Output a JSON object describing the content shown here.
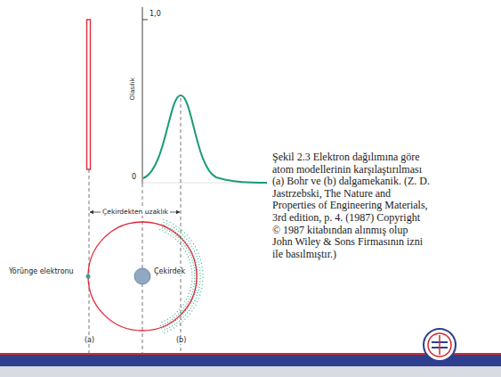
{
  "diagram": {
    "caption": "Şekil 2.3 Elektron dağılımına göre atom modellerinin karşılaştırılması (a) Bohr ve (b) dalgamekanik. (Z. D. Jastrzebski, The Nature and Properties of Engineering Materials, 3rd edition, p. 4. (1987) Copyright © 1987 kitabından alınmış olup John Wiley & Sons Firmasının izni ile basılmıştır.)",
    "labels": [
      "1,0",
      "Olasılık",
      "0",
      "Çekirdekten uzaklık",
      "Yörünge elektronu",
      "Çekirdek",
      "(a)",
      "(b)"
    ]
  }
}
